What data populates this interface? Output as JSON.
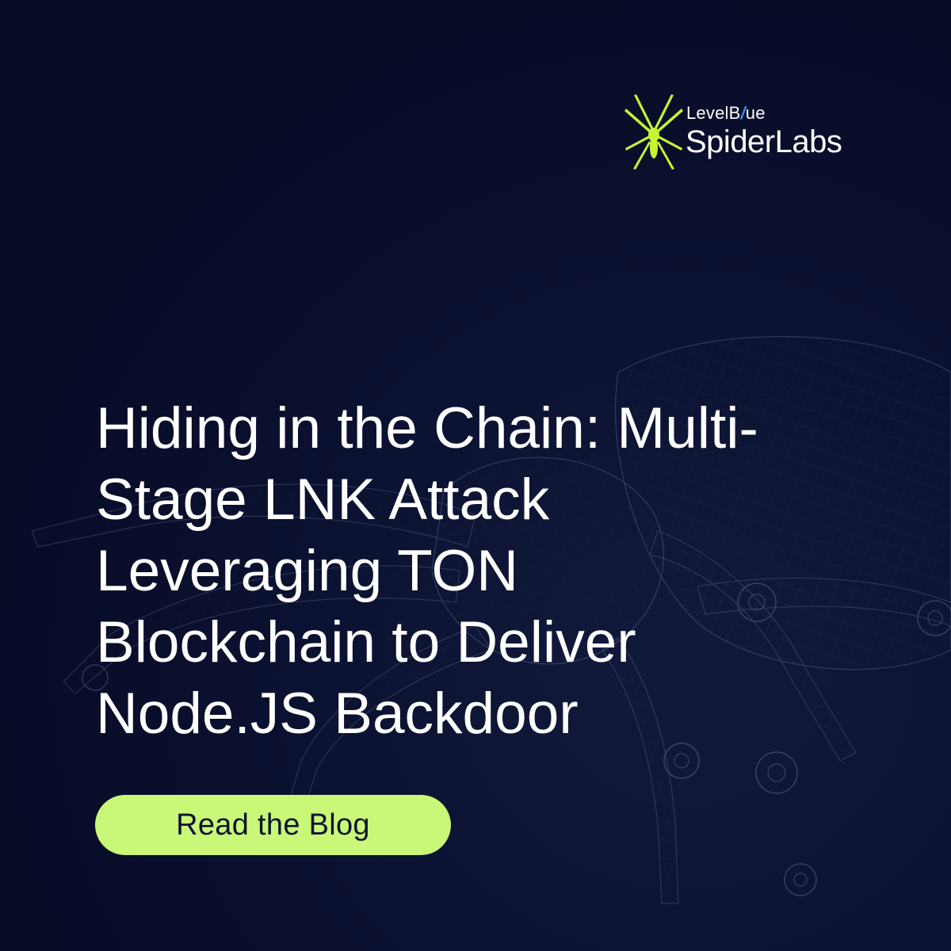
{
  "brand": {
    "top_line": "LevelBlue",
    "top_line_parts": [
      "LevelB",
      "/",
      "ue"
    ],
    "name": "SpiderLabs",
    "logo_icon": "spider-icon",
    "accent_color": "#c6f432",
    "slash_color": "#3a8cff"
  },
  "headline": {
    "lines": [
      "Hiding in the Chain: Multi-",
      "Stage LNK Attack",
      "Leveraging TON",
      "Blockchain to Deliver",
      "Node.JS Backdoor"
    ]
  },
  "cta": {
    "label": "Read the Blog",
    "background_color": "#c9f777"
  },
  "background": {
    "color": "#070b26",
    "decoration": "wireframe-spider-illustration"
  }
}
